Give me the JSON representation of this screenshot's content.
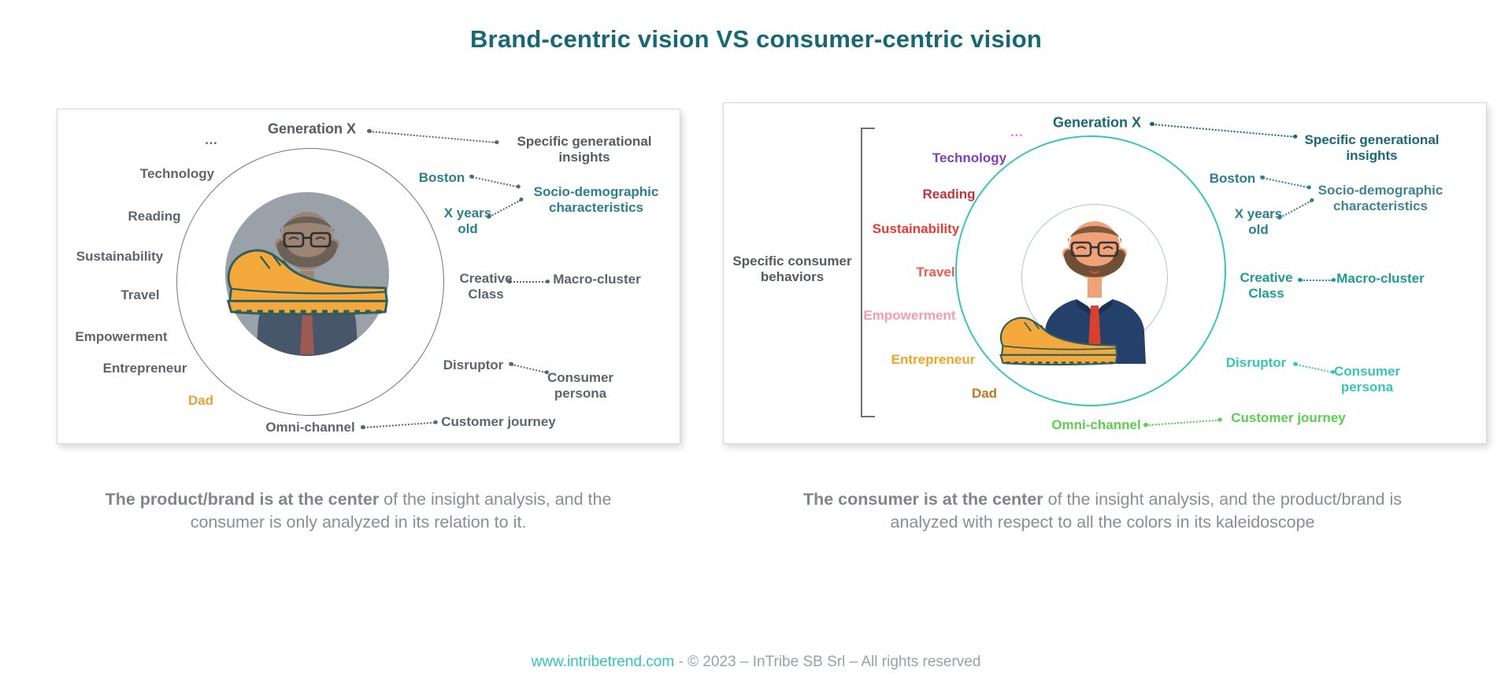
{
  "title": "Brand-centric vision VS consumer-centric vision",
  "panels": {
    "left": {
      "labels": {
        "ellipsis": "…",
        "generation_x": "Generation X",
        "technology": "Technology",
        "reading": "Reading",
        "sustainability": "Sustainability",
        "travel": "Travel",
        "empowerment": "Empowerment",
        "entrepreneur": "Entrepreneur",
        "dad": "Dad",
        "omni_channel": "Omni-channel",
        "boston": "Boston",
        "x_years_old": "X years old",
        "creative_class": "Creative Class",
        "disruptor": "Disruptor",
        "specific_generational_insights": "Specific generational insights",
        "socio_demographic_characteristics": "Socio-demographic characteristics",
        "macro_cluster": "Macro-cluster",
        "consumer_persona": "Consumer persona",
        "customer_journey": "Customer journey"
      },
      "caption": {
        "bold": "The product/brand is at the center",
        "rest": " of the insight analysis, and the consumer is only analyzed in its relation to it."
      }
    },
    "right": {
      "bracket_label": "Specific consumer behaviors",
      "labels": {
        "ellipsis": "…",
        "generation_x": "Generation X",
        "technology": "Technology",
        "reading": "Reading",
        "sustainability": "Sustainability",
        "travel": "Travel",
        "empowerment": "Empowerment",
        "entrepreneur": "Entrepreneur",
        "dad": "Dad",
        "omni_channel": "Omni-channel",
        "boston": "Boston",
        "x_years_old": "X years old",
        "creative_class": "Creative Class",
        "disruptor": "Disruptor",
        "specific_generational_insights": "Specific generational insights",
        "socio_demographic_characteristics": "Socio-demographic characteristics",
        "macro_cluster": "Macro-cluster",
        "consumer_persona": "Consumer persona",
        "customer_journey": "Customer journey"
      },
      "caption": {
        "bold": "The consumer is at the center",
        "rest": " of the insight analysis, and the product/brand is analyzed with respect to all the colors in its kaleidoscope"
      }
    }
  },
  "footer": {
    "link": "www.intribetrend.com",
    "separator": " - ",
    "text": "© 2023 – InTribe SB Srl – All rights reserved"
  },
  "colors": {
    "title_teal": "#176874",
    "label_gray": "#5c656d",
    "caption_gray": "#878e97",
    "teal": "#2b7f8e",
    "teal_soft": "#3f8496",
    "teal_green": "#1f9c90",
    "turquoise": "#37c6b4",
    "outer_circle_teal": "#35c6b6",
    "inner_circle_gray_blue": "#a9c6cf",
    "green": "#5bcf4e",
    "orange_dad_left": "#e2a33c",
    "dark_orange_dad_right": "#c1761f",
    "amber_entrepreneur": "#f6a229",
    "purple_technology": "#7e3fbe",
    "crimson_reading": "#c5303c",
    "red_sustainability": "#ec3a33",
    "coral_travel": "#f2594b",
    "pink_empowerment": "#f79cab",
    "orchid_ellipsis": "#e478d8",
    "sneaker_orange": "#f5a83c",
    "sneaker_outline": "#2e5f5c",
    "footer_link": "#2ec7b8"
  }
}
